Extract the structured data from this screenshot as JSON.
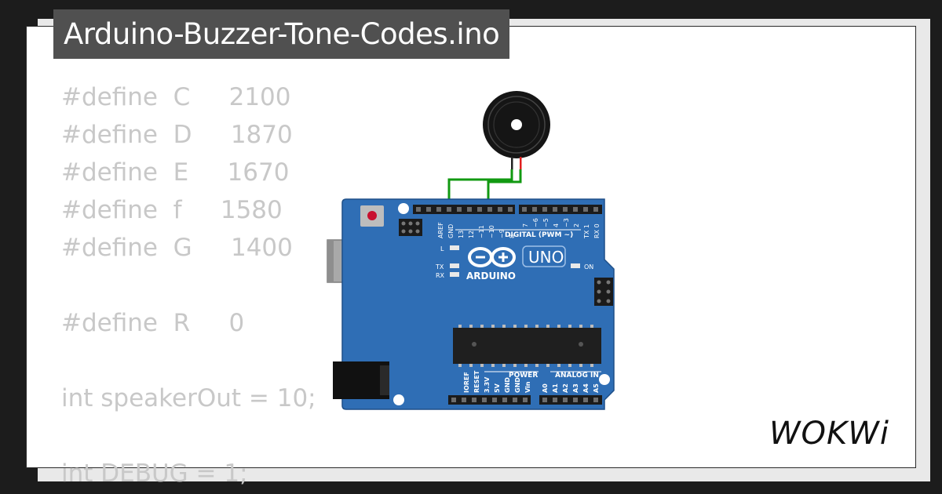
{
  "project": {
    "title": "Arduino-Buzzer-Tone-Codes.ino"
  },
  "code": {
    "lines": [
      "#define  C     2100",
      "#define  D     1870",
      "#define  E     1670",
      "#define  f     1580",
      "#define  G     1400",
      "",
      "#define  R     0",
      "",
      "int speakerOut = 10;",
      "",
      "int DEBUG = 1;"
    ]
  },
  "board": {
    "name": "UNO",
    "brand": "ARDUINO",
    "on_label": "ON",
    "l_label": "L",
    "tx_label": "TX",
    "rx_label": "RX",
    "digital_label": "DIGITAL (PWM ~)",
    "power_label": "POWER",
    "analog_label": "ANALOG IN",
    "top_pins": [
      "AREF",
      "GND",
      "13",
      "12",
      "~11",
      "~10",
      "~9",
      "8",
      "7",
      "~6",
      "~5",
      "4",
      "~3",
      "2",
      "TX 1",
      "RX 0"
    ],
    "bottom_pins": [
      "IOREF",
      "RESET",
      "3.3V",
      "5V",
      "GND",
      "GND",
      "Vin",
      "A0",
      "A1",
      "A2",
      "A3",
      "A4",
      "A5"
    ]
  },
  "brand": {
    "logo": "WOKWi"
  },
  "colors": {
    "board": "#2f6eb5",
    "wire": "#119911",
    "buzzer": "#1a1a1a",
    "code_text": "#c8c8c8",
    "title_bg": "#505050"
  }
}
